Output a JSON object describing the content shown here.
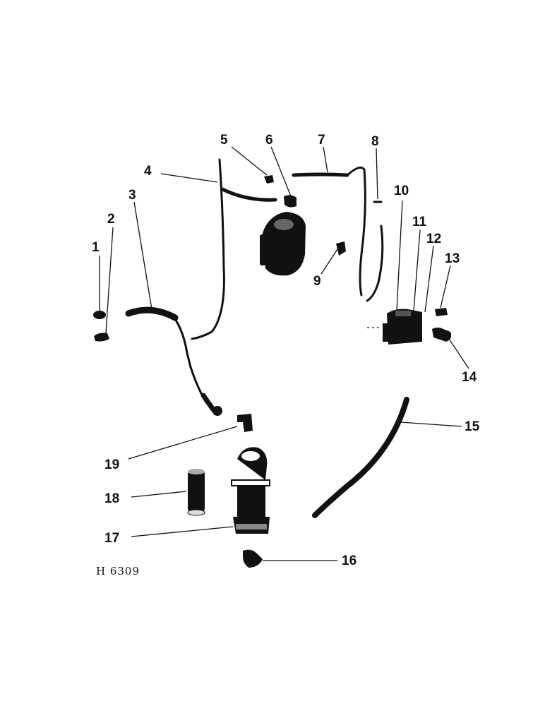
{
  "figure": {
    "id_label": "H 6309"
  },
  "callouts": {
    "c1": "1",
    "c2": "2",
    "c3": "3",
    "c4": "4",
    "c5": "5",
    "c6": "6",
    "c7": "7",
    "c8": "8",
    "c9": "9",
    "c10": "10",
    "c11": "11",
    "c12": "12",
    "c13": "13",
    "c14": "14",
    "c15": "15",
    "c16": "16",
    "c17": "17",
    "c18": "18",
    "c19": "19"
  }
}
